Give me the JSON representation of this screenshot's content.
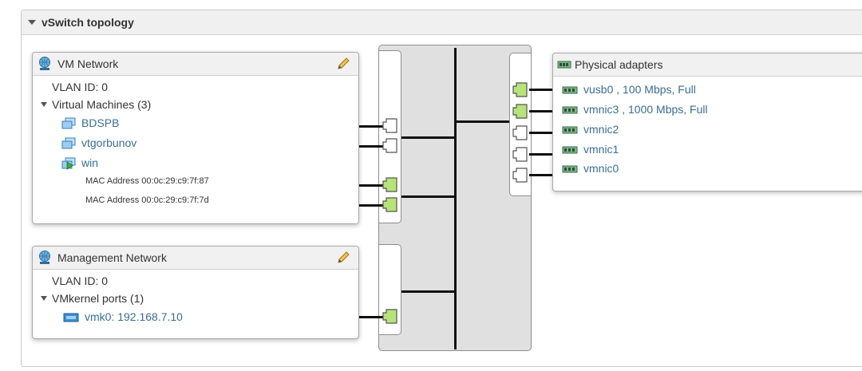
{
  "panel": {
    "title": "vSwitch topology"
  },
  "vm_network": {
    "title": "VM Network",
    "vlan": "VLAN ID: 0",
    "group_label": "Virtual Machines (3)",
    "vms": [
      {
        "name": "BDSPB"
      },
      {
        "name": "vtgorbunov"
      },
      {
        "name": "win"
      }
    ],
    "mac_addresses": [
      "MAC Address 00:0c:29:c9:7f:87",
      "MAC Address 00:0c:29:c9:7f:7d"
    ]
  },
  "management_network": {
    "title": "Management Network",
    "vlan": "VLAN ID: 0",
    "group_label": "VMkernel ports (1)",
    "vmk": {
      "label": "vmk0: 192.168.7.10"
    }
  },
  "physical_adapters": {
    "title": "Physical adapters",
    "items": [
      {
        "name": "vusb0 , 100 Mbps, Full",
        "connected": true
      },
      {
        "name": "vmnic3 , 1000 Mbps, Full",
        "connected": true
      },
      {
        "name": "vmnic2",
        "connected": false
      },
      {
        "name": "vmnic1",
        "connected": false
      },
      {
        "name": "vmnic0",
        "connected": false
      }
    ]
  },
  "colors": {
    "port_active": "#b6e37a",
    "port_inactive": "#ffffff",
    "switch_fill": "#e0e0e0",
    "link_text": "#3b6e91"
  }
}
